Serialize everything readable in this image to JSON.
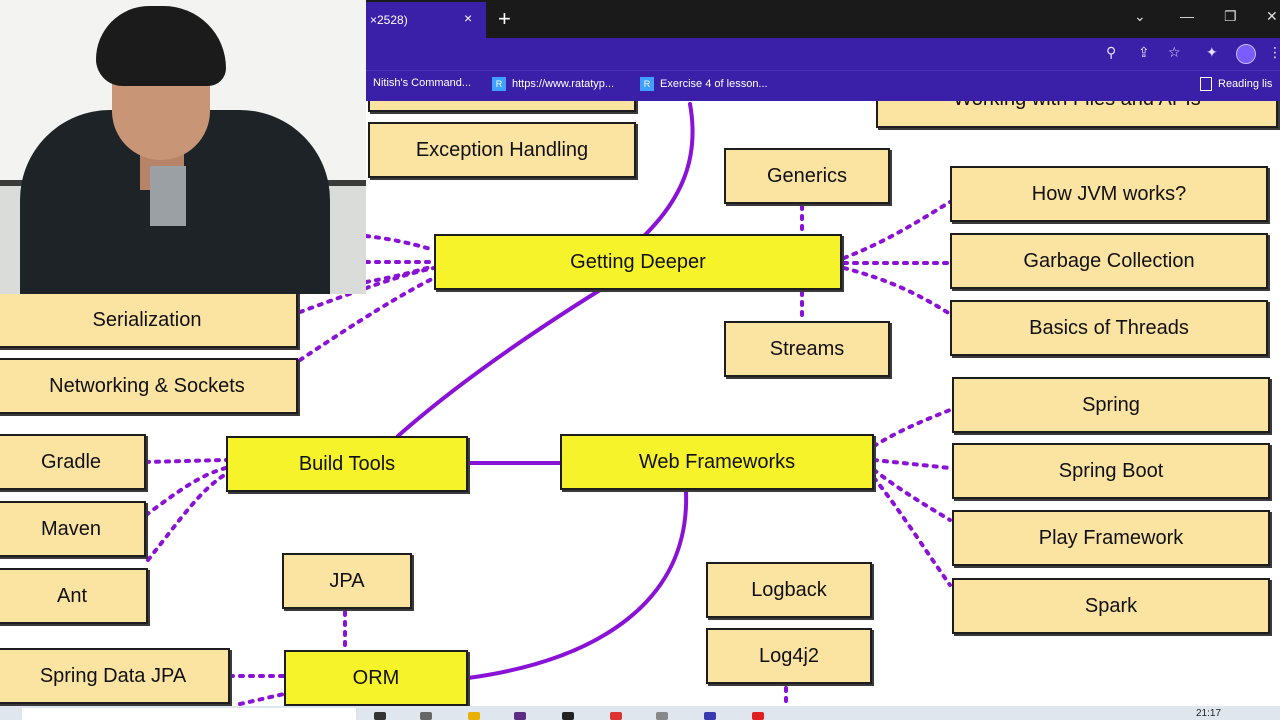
{
  "browser": {
    "active_tab_label": "×2528)",
    "tab_close": "×",
    "new_tab": "+",
    "window_controls": {
      "dropdown": "⌄",
      "minimize": "—",
      "restore": "❐",
      "close": "✕"
    },
    "toolbar_icons": {
      "zoom": "⚲",
      "share": "⇪",
      "star": "☆",
      "extensions": "✦",
      "menu": "⋮"
    },
    "bookmarks": [
      {
        "label": "Nitish's Command...",
        "icon": ""
      },
      {
        "label": "https://www.ratatyp...",
        "icon": "R"
      },
      {
        "label": "Exercise 4 of lesson...",
        "icon": "R"
      }
    ],
    "reading_list": "Reading lis"
  },
  "mindmap": {
    "nodes": {
      "working_files_apis": "Working with Files and APIs",
      "exception_handling": "Exception Handling",
      "generics": "Generics",
      "how_jvm_works": "How JVM works?",
      "getting_deeper": "Getting Deeper",
      "garbage_collection": "Garbage Collection",
      "serialization": "Serialization",
      "basics_of_threads": "Basics of Threads",
      "streams": "Streams",
      "networking_sockets": "Networking & Sockets",
      "spring": "Spring",
      "gradle": "Gradle",
      "build_tools": "Build Tools",
      "web_frameworks": "Web Frameworks",
      "spring_boot": "Spring Boot",
      "maven": "Maven",
      "play_framework": "Play Framework",
      "ant": "Ant",
      "jpa": "JPA",
      "logback": "Logback",
      "spark": "Spark",
      "log4j2": "Log4j2",
      "spring_data_jpa": "Spring Data JPA",
      "orm": "ORM"
    },
    "colors": {
      "node_fill": "#fbe3a1",
      "hub_fill": "#f7f32a",
      "link": "#8a12d6"
    }
  },
  "taskbar": {
    "time": "21:17"
  }
}
